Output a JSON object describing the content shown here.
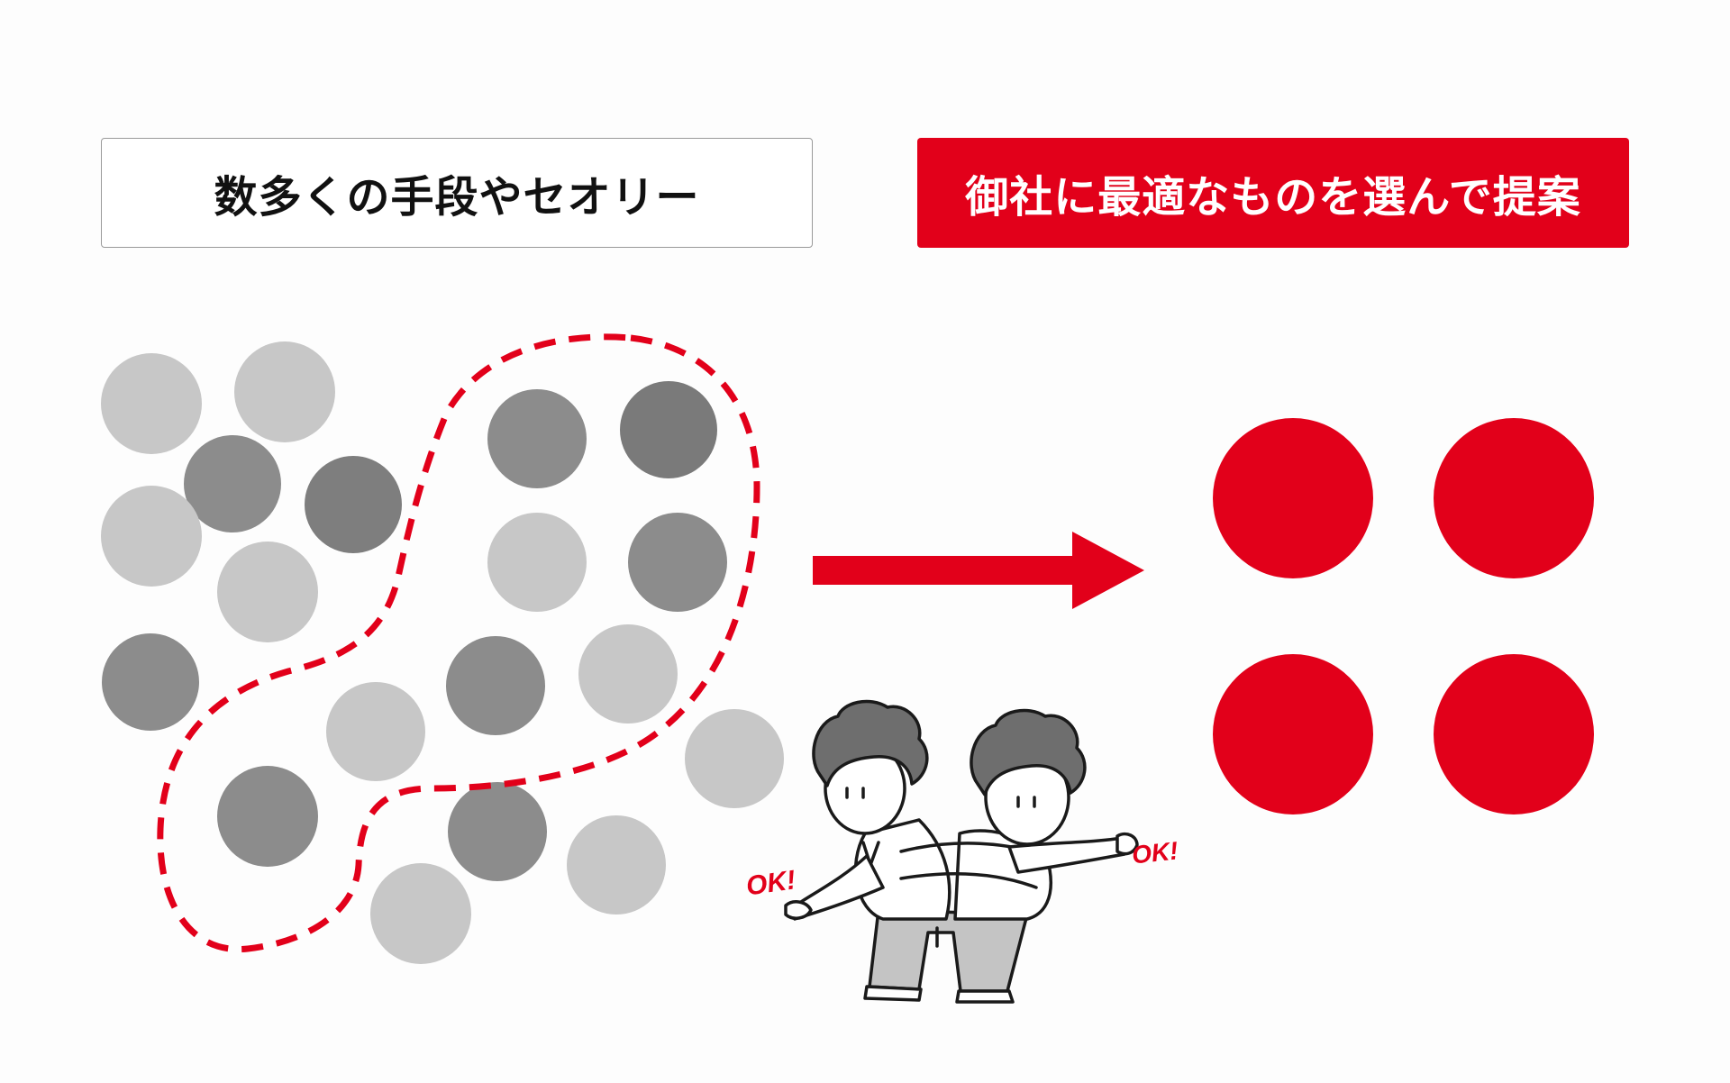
{
  "labels": {
    "left": "数多くの手段やセオリー",
    "right": "御社に最適なものを選んで提案"
  },
  "badges": {
    "left": "OK!",
    "right": "OK!"
  },
  "colors": {
    "accent": "#e2001a",
    "circle_light": "#c7c7c7",
    "circle_dark": "#8c8c8c"
  },
  "icons": {
    "arrow": "right-arrow-icon",
    "figure": "twin-characters-illustration"
  }
}
